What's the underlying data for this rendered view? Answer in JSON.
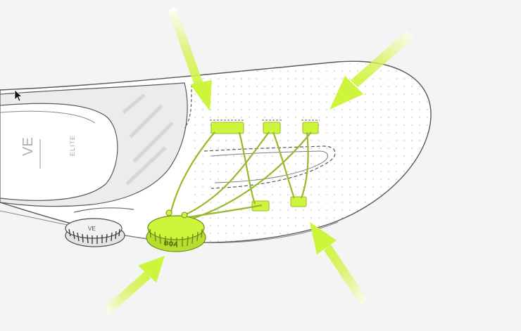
{
  "colors": {
    "background": "#f4f4f5",
    "outline": "#5a5a5a",
    "shoe_fill": "#ffffff",
    "upper_fill": "#eeeeee",
    "accent": "#cdf53c",
    "accent_stroke": "#98b92a",
    "arrow_tint": "#d6f25a"
  },
  "icons": {
    "cursor": "mouse-pointer-icon",
    "dial_front": "boa-dial-icon",
    "dial_rear": "rear-dial-icon"
  },
  "labels": {
    "dial_brand": "BOA",
    "side_text_1": "VE",
    "side_text_2": "ELITE",
    "rear_dial_text": "VE"
  }
}
